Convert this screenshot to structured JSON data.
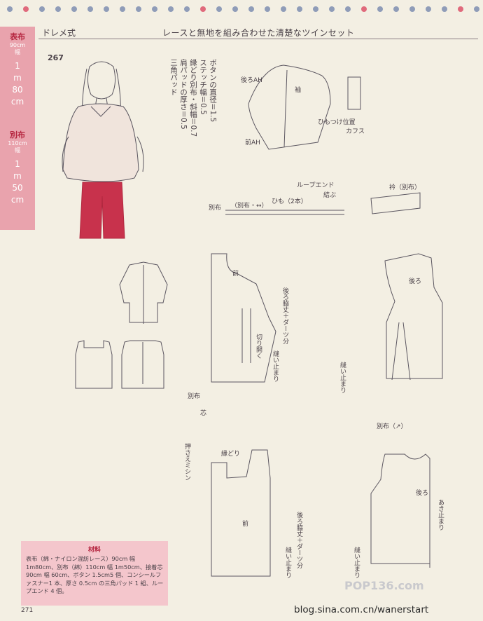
{
  "header": {
    "category": "ドレメ式",
    "title": "レースと無地を組み合わせた清楚なツインセット"
  },
  "sidebar": {
    "blocks": [
      {
        "label": "表布",
        "width": "90cm",
        "width_suffix": "幅",
        "length": [
          "1",
          "m",
          "80",
          "cm"
        ]
      },
      {
        "label": "別布",
        "width": "110cm",
        "width_suffix": "幅",
        "length": [
          "1",
          "m",
          "50",
          "cm"
        ]
      }
    ]
  },
  "pattern_number": "267",
  "notes": [
    "ボタンの直径＝1.5",
    "ステッチ幅＝0.5",
    "縁どり別布・斜幅＝0.7",
    "肩パッドの厚さ＝0.5",
    "三角パッド"
  ],
  "labels": {
    "sleeve": "袖",
    "back_ah": "後ろAH",
    "front_ah": "前AH",
    "cuff": "カフス",
    "ribbon_pos": "ひもつけ位置",
    "loop_end": "ループエンド",
    "tie": "結ぶ",
    "himo": "ひも（2本）",
    "bias_cloth": "別布",
    "bias_dir": "（別布・↔）",
    "collar": "衿（別布）",
    "front": "前",
    "back": "後ろ",
    "side_dart": "後ろ脇丈＋ダーツ分",
    "cut_open": "切り開く",
    "sew_stop": "縫い止まり",
    "bias_diag": "別布（↗）",
    "open_stop": "あき止まり",
    "press_stitch": "押さえミシン",
    "edge": "縁どり",
    "core": "芯"
  },
  "materials": {
    "title": "材料",
    "body": "表布（綿・ナイロン混紡レース）90cm 幅 1m80cm、別布（綿）110cm 幅 1m50cm、接着芯 90cm 幅 60cm、ボタン 1.5cm5 個、コンシールファスナー1 本、厚さ 0.5cm の三角パッド 1 組、ループエンド 4 個。"
  },
  "page_number": "271",
  "watermark": "POP136.com",
  "credit": "blog.sina.com.cn/wanerstart",
  "colors": {
    "accent_pink": "#e9a3ad",
    "label_red": "#b5253f",
    "line": "#5b5660"
  }
}
